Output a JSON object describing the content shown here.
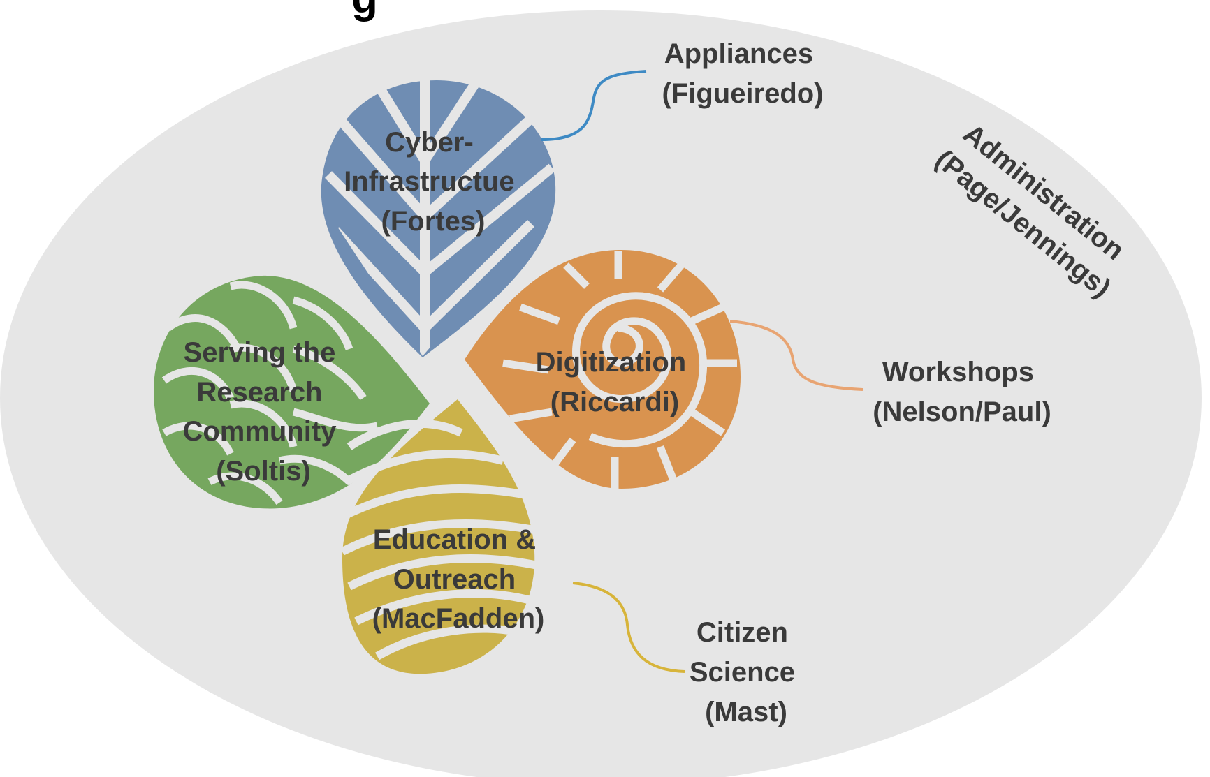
{
  "title_fragment": "g",
  "petals": {
    "cyber": {
      "lines": [
        "Cyber-",
        "Infrastructue",
        "(Fortes)"
      ],
      "color": "#6f8db3"
    },
    "serving": {
      "lines": [
        "Serving the",
        "Research",
        "Community",
        "(Soltis)"
      ],
      "color": "#76a75f"
    },
    "digitization": {
      "lines": [
        "Digitization",
        "(Riccardi)"
      ],
      "color": "#d9934f"
    },
    "education": {
      "lines": [
        "Education &",
        "Outreach",
        "(MacFadden)"
      ],
      "color": "#cbb24a"
    }
  },
  "callouts": {
    "appliances": {
      "lines": [
        "Appliances",
        "(Figueiredo)"
      ],
      "color": "#3e8ac4"
    },
    "workshops": {
      "lines": [
        "Workshops",
        "(Nelson/Paul)"
      ],
      "color": "#e8a472"
    },
    "citizen": {
      "lines": [
        "Citizen",
        "Science",
        "(Mast)"
      ],
      "color": "#d7b43a"
    }
  },
  "administration": {
    "lines": [
      "Administration",
      "(Page/Jennings)"
    ]
  },
  "background": {
    "color": "#e6e6e6"
  }
}
